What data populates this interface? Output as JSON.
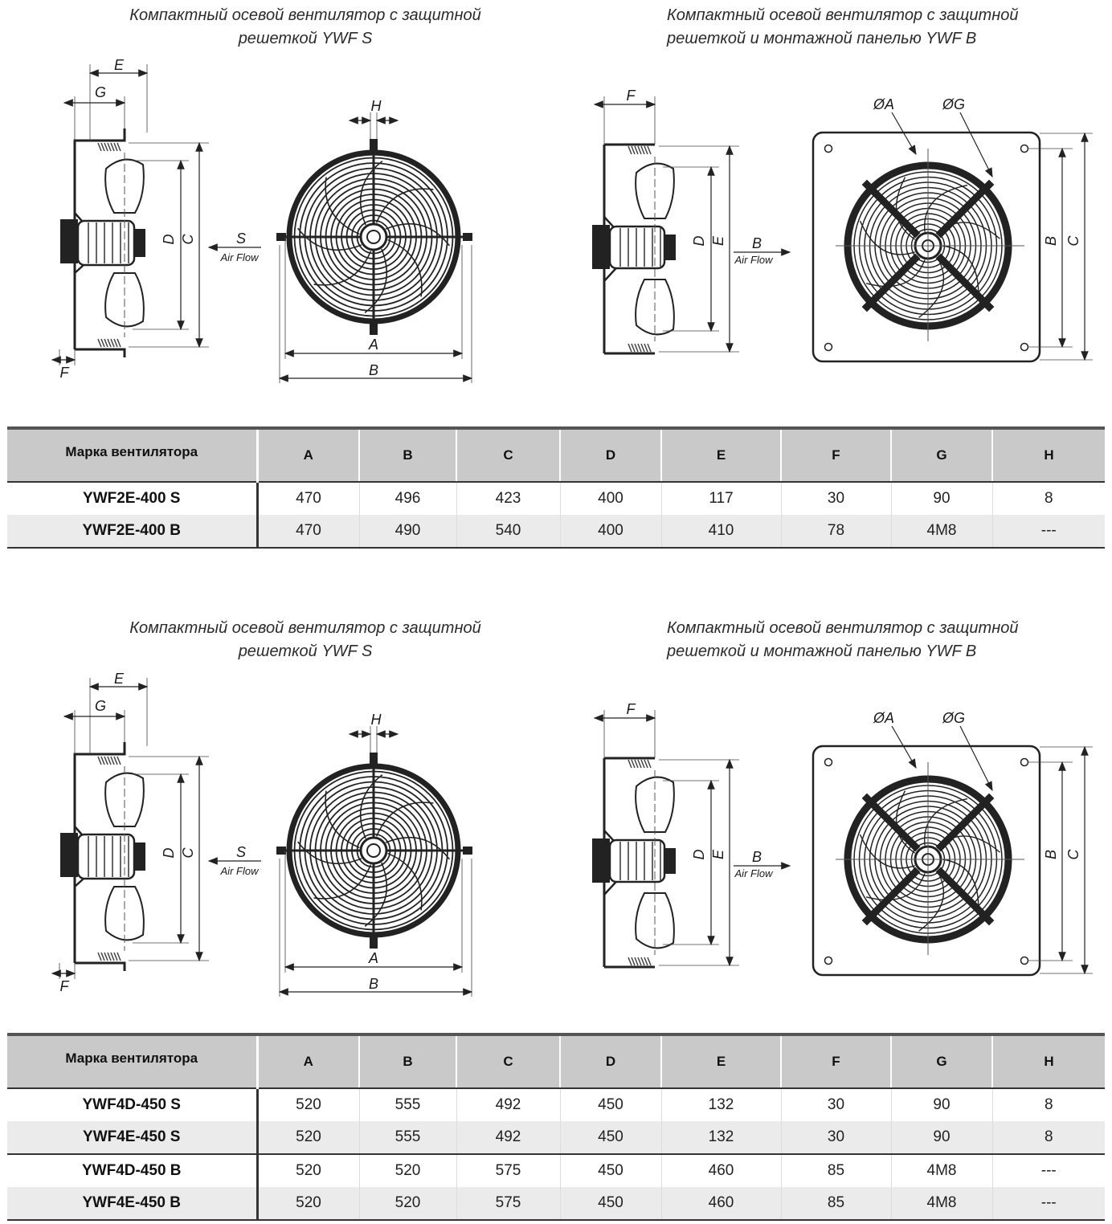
{
  "sections": [
    {
      "caption_s_line1": "Компактный осевой вентилятор с защитной",
      "caption_s_line2": "решеткой YWF S",
      "caption_b_line1": "Компактный осевой вентилятор с защитной",
      "caption_b_line2": "решеткой и монтажной панелью YWF B",
      "drawing_labels": {
        "dim_E": "E",
        "dim_G": "G",
        "dim_F": "F",
        "dim_D": "D",
        "dim_C": "C",
        "dim_H": "H",
        "dim_A": "A",
        "dim_B": "B",
        "dim_S": "S",
        "air_flow": "Air Flow",
        "dim_phiA": "ØA",
        "dim_phiG": "ØG"
      },
      "table": {
        "headers": [
          "Марка вентилятора",
          "A",
          "B",
          "C",
          "D",
          "E",
          "F",
          "G",
          "H"
        ],
        "rows": [
          [
            "YWF2E-400 S",
            "470",
            "496",
            "423",
            "400",
            "117",
            "30",
            "90",
            "8"
          ],
          [
            "YWF2E-400 B",
            "470",
            "490",
            "540",
            "400",
            "410",
            "78",
            "4M8",
            "---"
          ]
        ]
      }
    },
    {
      "caption_s_line1": "Компактный осевой вентилятор с защитной",
      "caption_s_line2": "решеткой YWF S",
      "caption_b_line1": "Компактный осевой вентилятор с защитной",
      "caption_b_line2": "решеткой и монтажной панелью YWF B",
      "drawing_labels": {
        "dim_E": "E",
        "dim_G": "G",
        "dim_F": "F",
        "dim_D": "D",
        "dim_C": "C",
        "dim_H": "H",
        "dim_A": "A",
        "dim_B": "B",
        "dim_S": "S",
        "air_flow": "Air Flow",
        "dim_phiA": "ØA",
        "dim_phiG": "ØG"
      },
      "table": {
        "headers": [
          "Марка вентилятора",
          "A",
          "B",
          "C",
          "D",
          "E",
          "F",
          "G",
          "H"
        ],
        "rows": [
          [
            "YWF4D-450 S",
            "520",
            "555",
            "492",
            "450",
            "132",
            "30",
            "90",
            "8"
          ],
          [
            "YWF4E-450 S",
            "520",
            "555",
            "492",
            "450",
            "132",
            "30",
            "90",
            "8"
          ],
          [
            "YWF4D-450 B",
            "520",
            "520",
            "575",
            "450",
            "460",
            "85",
            "4M8",
            "---"
          ],
          [
            "YWF4E-450 B",
            "520",
            "520",
            "575",
            "450",
            "460",
            "85",
            "4M8",
            "---"
          ]
        ]
      }
    }
  ]
}
